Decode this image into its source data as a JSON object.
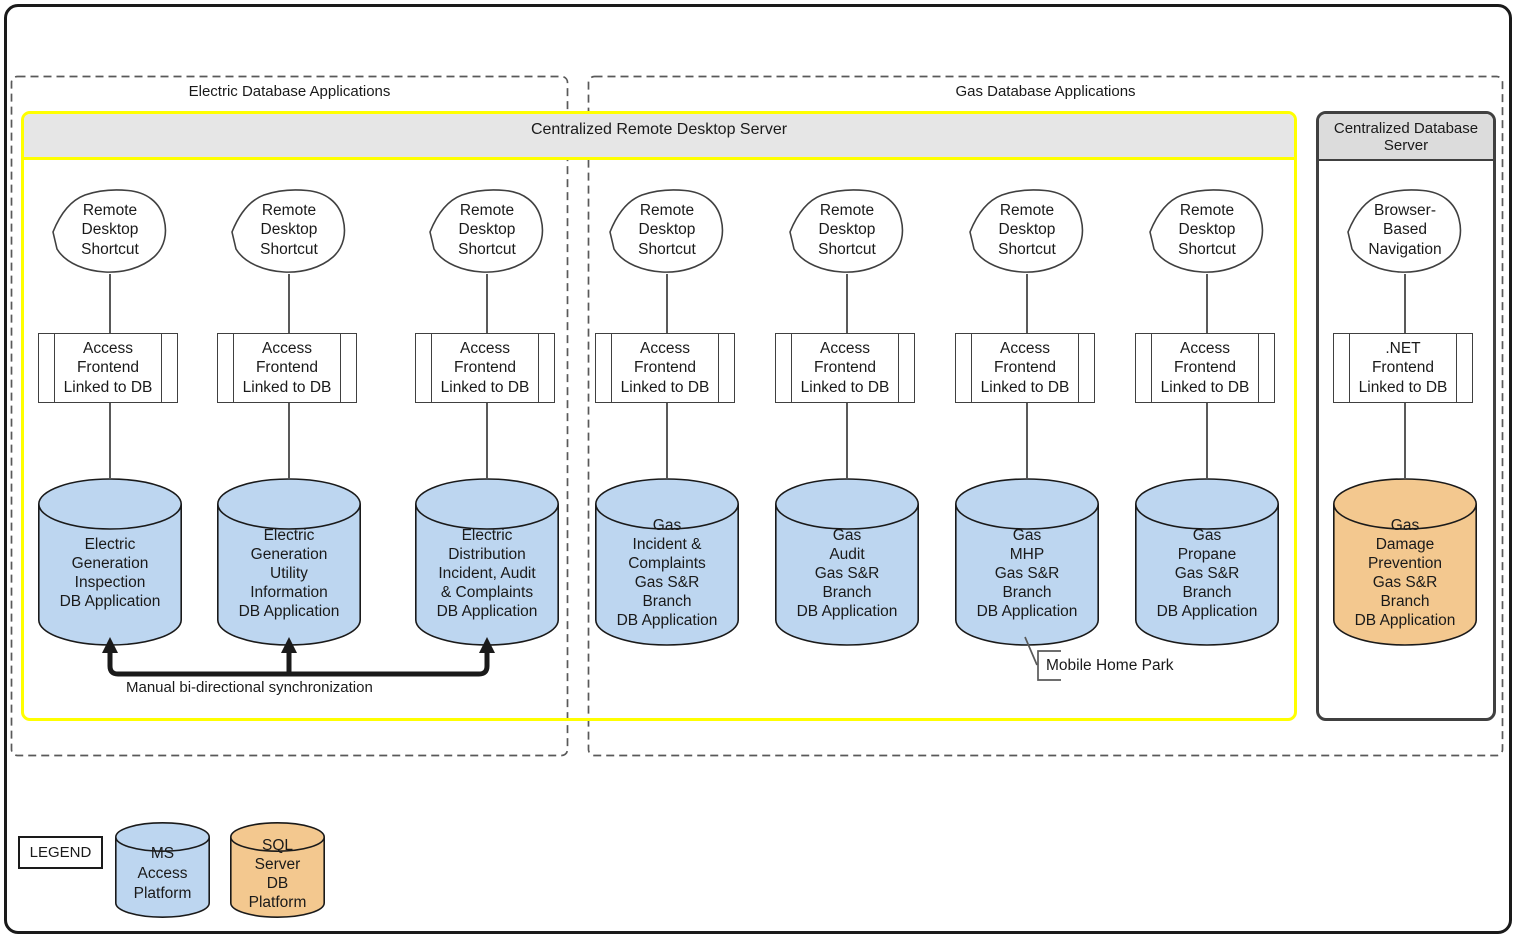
{
  "colors": {
    "ms_access_fill": "#BDD6F0",
    "sql_server_fill": "#F3C88F",
    "highlight_border": "#FFFF00"
  },
  "sections": {
    "electric": {
      "label": "Electric Database Applications"
    },
    "gas": {
      "label": "Gas Database Applications"
    },
    "remote_desktop_server": {
      "label": "Centralized Remote Desktop Server"
    },
    "database_server": {
      "label": "Centralized Database Server"
    }
  },
  "columns": [
    {
      "shortcut": "Remote\nDesktop\nShortcut",
      "frontend": "Access\nFrontend\nLinked to DB",
      "db": "Electric\nGeneration\nInspection\nDB Application",
      "platform": "ms_access"
    },
    {
      "shortcut": "Remote\nDesktop\nShortcut",
      "frontend": "Access\nFrontend\nLinked to DB",
      "db": "Electric\nGeneration\nUtility\nInformation\nDB Application",
      "platform": "ms_access"
    },
    {
      "shortcut": "Remote\nDesktop\nShortcut",
      "frontend": "Access\nFrontend\nLinked to DB",
      "db": "Electric\nDistribution\nIncident, Audit\n& Complaints\nDB Application",
      "platform": "ms_access"
    },
    {
      "shortcut": "Remote\nDesktop\nShortcut",
      "frontend": "Access\nFrontend\nLinked to DB",
      "db": "Gas\nIncident &\nComplaints\nGas S&R\nBranch\nDB Application",
      "platform": "ms_access"
    },
    {
      "shortcut": "Remote\nDesktop\nShortcut",
      "frontend": "Access\nFrontend\nLinked to DB",
      "db": "Gas\nAudit\nGas S&R\nBranch\nDB Application",
      "platform": "ms_access"
    },
    {
      "shortcut": "Remote\nDesktop\nShortcut",
      "frontend": "Access\nFrontend\nLinked to DB",
      "db": "Gas\nMHP\nGas S&R\nBranch\nDB Application",
      "platform": "ms_access"
    },
    {
      "shortcut": "Remote\nDesktop\nShortcut",
      "frontend": "Access\nFrontend\nLinked to DB",
      "db": "Gas\nPropane\nGas S&R\nBranch\nDB Application",
      "platform": "ms_access"
    },
    {
      "shortcut": "Browser-\nBased\nNavigation",
      "frontend": ".NET\nFrontend\nLinked to DB",
      "db": "Gas\nDamage\nPrevention\nGas S&R\nBranch\nDB Application",
      "platform": "sql_server"
    }
  ],
  "annotations": {
    "sync_label": "Manual bi-directional synchronization",
    "mhp_callout": "Mobile Home Park"
  },
  "legend": {
    "title": "LEGEND",
    "items": [
      {
        "label": "MS\nAccess\nPlatform",
        "platform": "ms_access"
      },
      {
        "label": "SQL\nServer\nDB\nPlatform",
        "platform": "sql_server"
      }
    ]
  }
}
